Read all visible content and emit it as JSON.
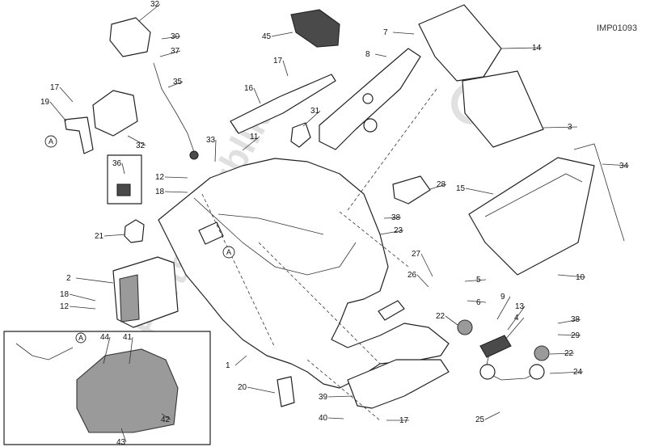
{
  "diagram": {
    "code": "IMP01093",
    "watermark": "PartsRepublik",
    "colors": {
      "line": "#222222",
      "fill": "#ffffff",
      "dark": "#4a4a4a",
      "grey": "#9a9a9a",
      "watermark": "#c8c8c8"
    },
    "reference_marks": [
      "A",
      "A",
      "A"
    ],
    "callouts": [
      "1",
      "2",
      "3",
      "4",
      "5",
      "6",
      "7",
      "8",
      "9",
      "10",
      "11",
      "12",
      "12",
      "13",
      "14",
      "15",
      "16",
      "17",
      "17",
      "17",
      "18",
      "18",
      "19",
      "20",
      "21",
      "22",
      "22",
      "23",
      "24",
      "25",
      "26",
      "27",
      "28",
      "29",
      "30",
      "31",
      "32",
      "32",
      "33",
      "34",
      "35",
      "36",
      "37",
      "38",
      "38",
      "39",
      "40",
      "41",
      "42",
      "43",
      "44",
      "45"
    ]
  }
}
